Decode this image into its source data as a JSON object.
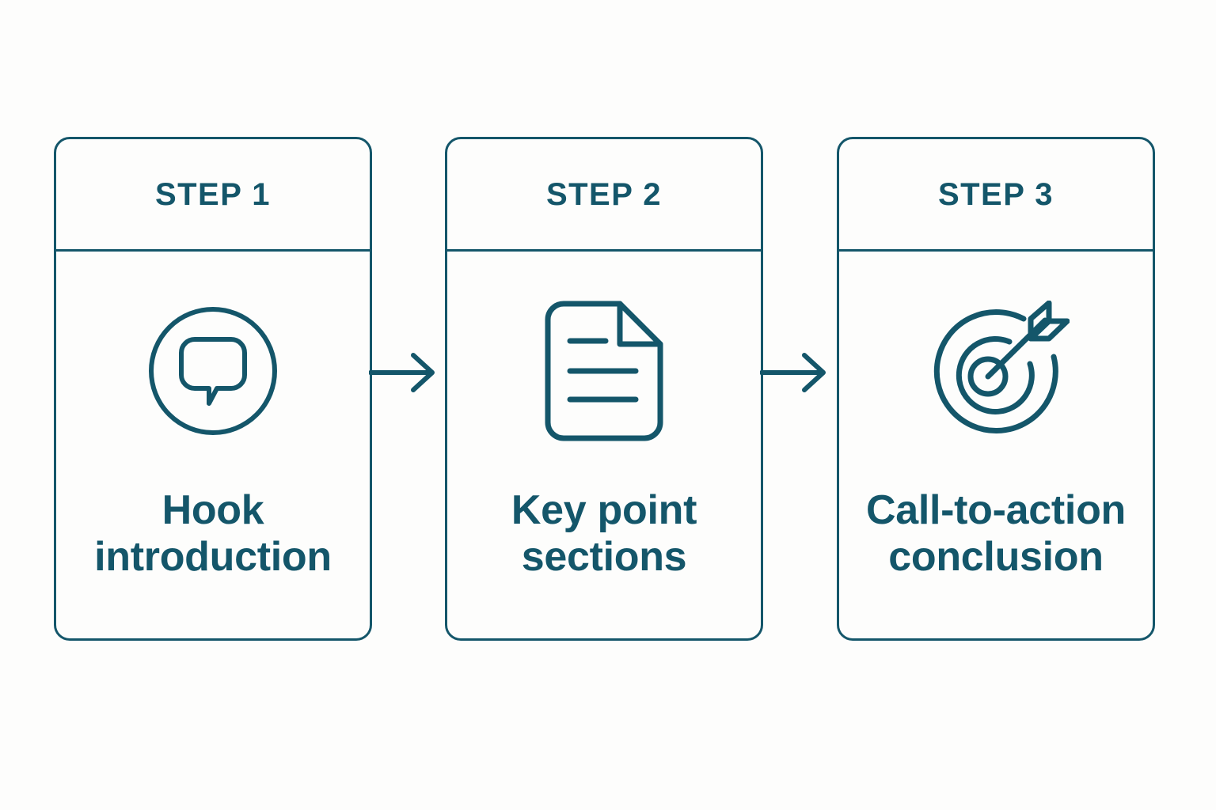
{
  "diagram": {
    "type": "process-flow",
    "orientation": "horizontal",
    "step_count": 3,
    "colors": {
      "line": "#14566a",
      "text": "#14566a",
      "background": "#fdfdfc",
      "card_fill": "#fdfdfc"
    },
    "steps": [
      {
        "header": "STEP 1",
        "title": "Hook introduction",
        "title_lines": [
          "Hook",
          "introduction"
        ],
        "icon": "speech-bubble-in-circle-icon"
      },
      {
        "header": "STEP 2",
        "title": "Key point sections",
        "title_lines": [
          "Key point",
          "sections"
        ],
        "icon": "document-page-icon"
      },
      {
        "header": "STEP 3",
        "title": "Call-to-action conclusion",
        "title_lines": [
          "Call-to-action",
          "conclusion"
        ],
        "icon": "target-with-arrow-icon"
      }
    ],
    "connectors": [
      {
        "name": "arrow-step1-to-step2",
        "glyph": "right-arrow-icon"
      },
      {
        "name": "arrow-step2-to-step3",
        "glyph": "right-arrow-icon"
      }
    ]
  }
}
